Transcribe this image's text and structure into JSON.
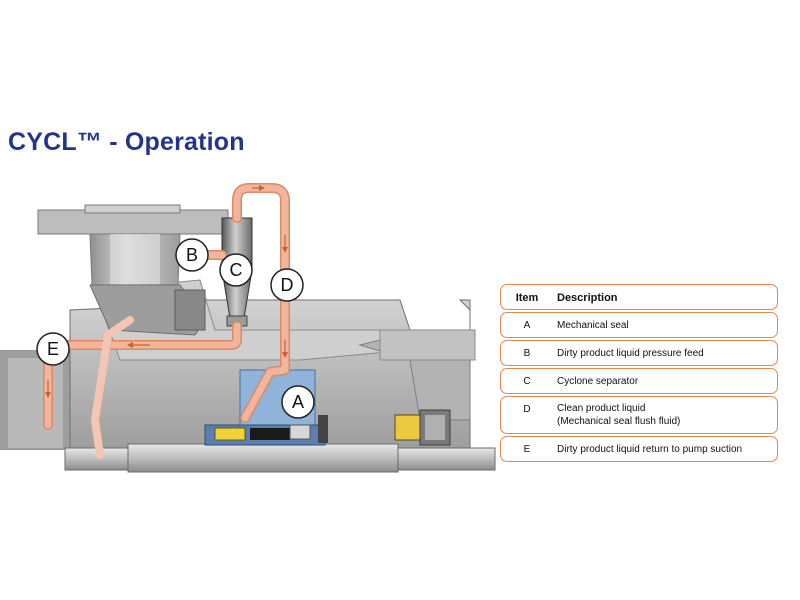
{
  "title": "CYCL™ - Operation",
  "callouts": [
    {
      "id": "a",
      "label": "A"
    },
    {
      "id": "b",
      "label": "B"
    },
    {
      "id": "c",
      "label": "C"
    },
    {
      "id": "d",
      "label": "D"
    },
    {
      "id": "e",
      "label": "E"
    }
  ],
  "legend": {
    "header": {
      "item": "Item",
      "description": "Description"
    },
    "rows": [
      {
        "item": "A",
        "description": "Mechanical seal"
      },
      {
        "item": "B",
        "description": "Dirty product liquid pressure feed"
      },
      {
        "item": "C",
        "description": "Cyclone separator"
      },
      {
        "item": "D",
        "description": "Clean product liquid",
        "description_2": "(Mechanical seal flush fluid)"
      },
      {
        "item": "E",
        "description": "Dirty product liquid return to pump suction"
      }
    ]
  },
  "colors": {
    "title": "#23358a",
    "pipe": "#f2b49a",
    "pipe_edge": "#d98a6a",
    "arrow": "#c8603a",
    "legend_border": "#e8874e",
    "housing": "#a9a9a9",
    "seal_blue": "#8fb3d9"
  }
}
